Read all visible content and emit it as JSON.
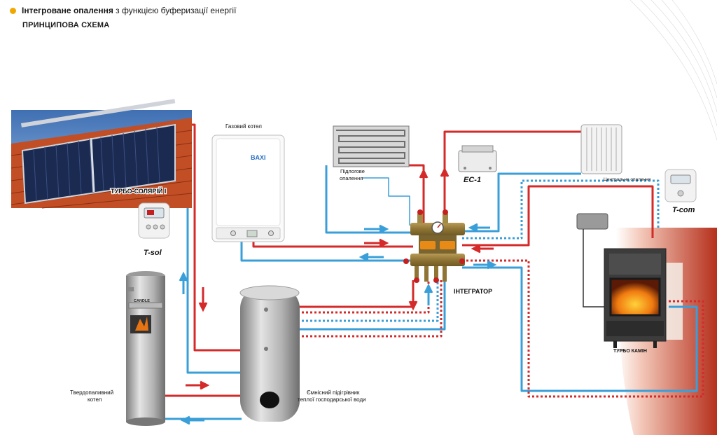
{
  "header": {
    "title_bold": "Інтегроване опалення",
    "title_rest": " з функцією буферизації енергії",
    "subtitle": "ПРИНЦИПОВА СХЕМА"
  },
  "labels": {
    "solar": "ТУРБО-СОЛЯРІЙ І",
    "tsol": "T-sol",
    "gas_boiler": "Газовий котел",
    "baxi": "BAXI",
    "underfloor_1": "Підлогове",
    "underfloor_2": "опалення",
    "ec1": "EC-1",
    "central": "Центральне опалення",
    "tcom": "T-com",
    "integrator": "ІНТЕГРАТОР",
    "fireplace": "ТУРБО КАМІН",
    "solid_1": "Твердопаливний",
    "solid_2": "котел",
    "candle": "CANDLE",
    "tank_1": "Ємнісний підігрівник",
    "tank_2": "теплої господарської води"
  },
  "colors": {
    "hot": "#d42a2a",
    "cold": "#3a9fd8",
    "accent": "#f0a800"
  }
}
